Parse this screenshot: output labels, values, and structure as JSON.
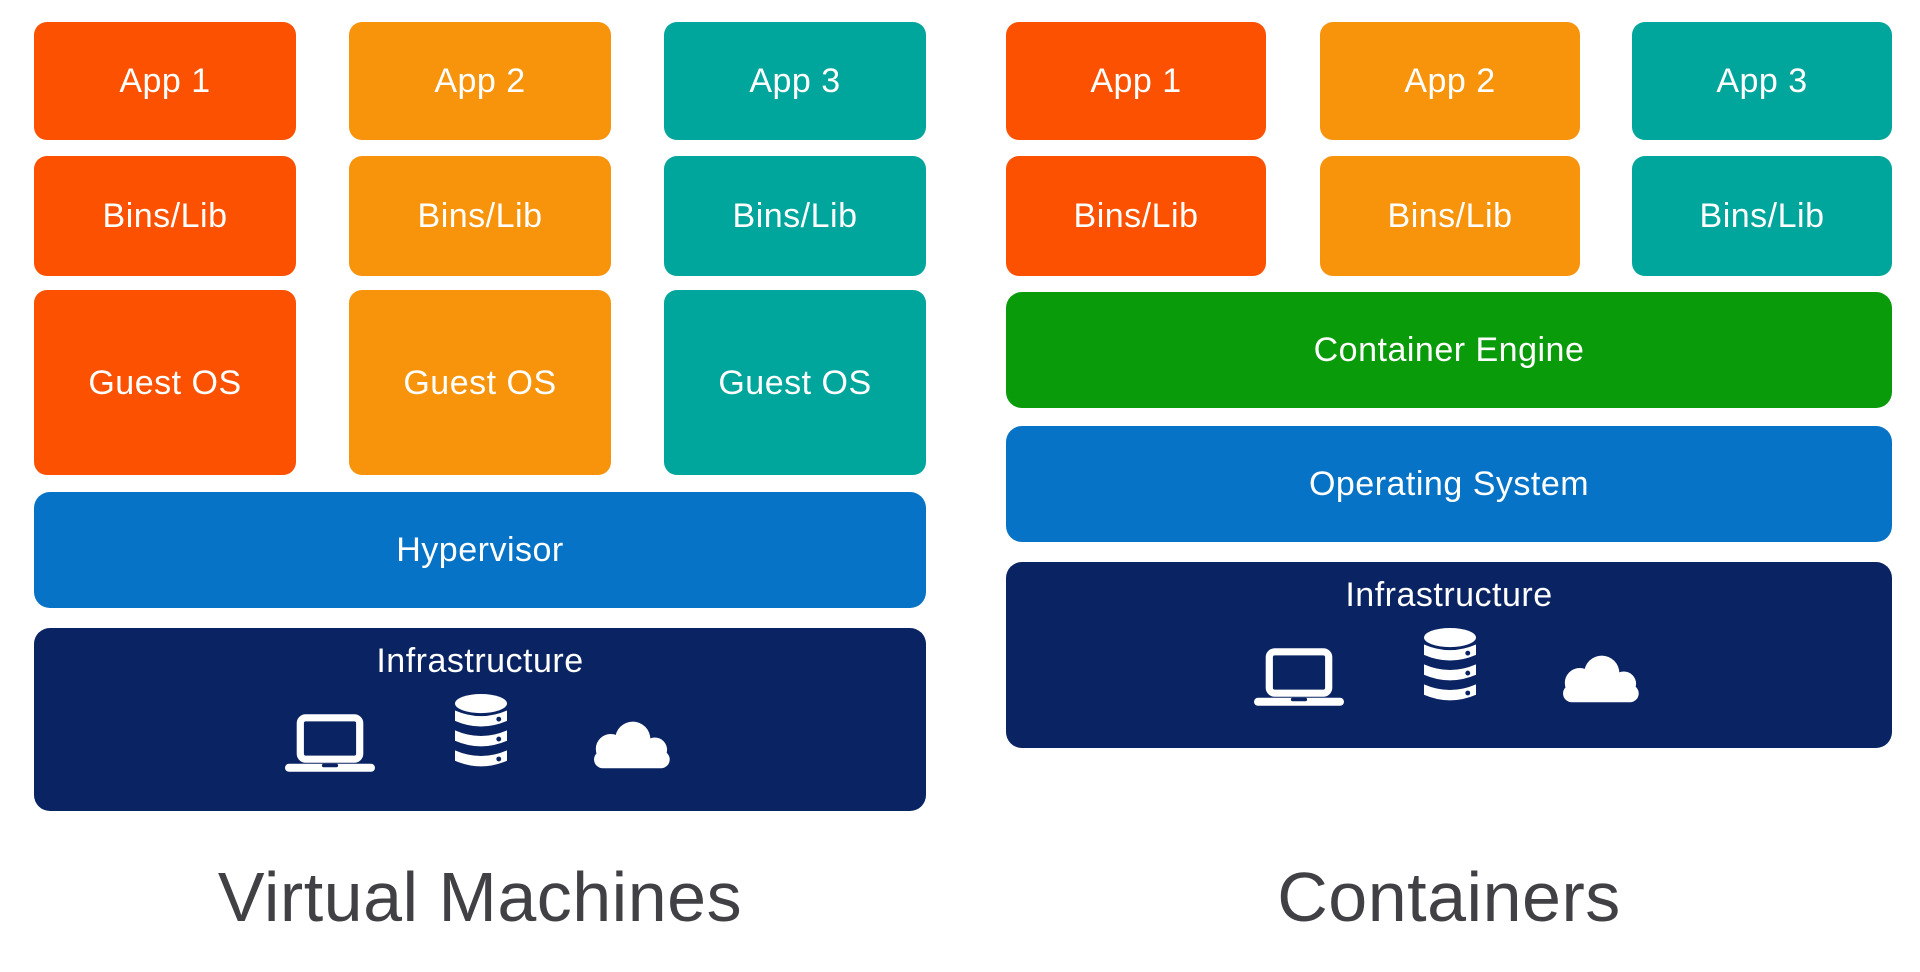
{
  "colors": {
    "red_orange": "#FB5100",
    "orange": "#F7940C",
    "teal": "#00A69B",
    "blue": "#0773C6",
    "green": "#0A9B0A",
    "navy": "#0A2362",
    "title_gray": "#404045"
  },
  "vm": {
    "title": "Virtual Machines",
    "stacks": [
      {
        "app": "App 1",
        "bins": "Bins/Lib",
        "guest": "Guest OS"
      },
      {
        "app": "App 2",
        "bins": "Bins/Lib",
        "guest": "Guest OS"
      },
      {
        "app": "App 3",
        "bins": "Bins/Lib",
        "guest": "Guest OS"
      }
    ],
    "hypervisor_label": "Hypervisor",
    "infrastructure_label": "Infrastructure"
  },
  "containers": {
    "title": "Containers",
    "stacks": [
      {
        "app": "App 1",
        "bins": "Bins/Lib"
      },
      {
        "app": "App 2",
        "bins": "Bins/Lib"
      },
      {
        "app": "App 3",
        "bins": "Bins/Lib"
      }
    ],
    "engine_label": "Container Engine",
    "os_label": "Operating System",
    "infrastructure_label": "Infrastructure"
  },
  "icons": {
    "laptop": "laptop-icon",
    "database": "database-icon",
    "cloud": "cloud-icon"
  }
}
